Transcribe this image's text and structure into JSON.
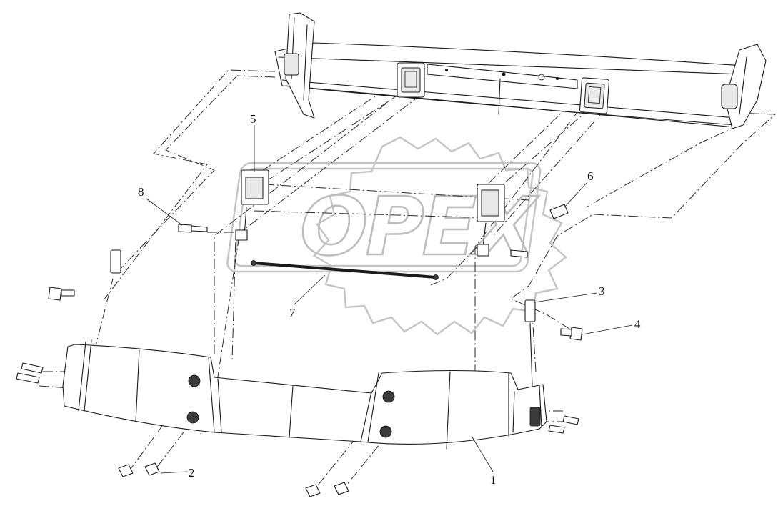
{
  "watermark": {
    "brand": "OPEX"
  },
  "callouts": [
    {
      "id": "1",
      "label": "1"
    },
    {
      "id": "2",
      "label": "2"
    },
    {
      "id": "3",
      "label": "3"
    },
    {
      "id": "4",
      "label": "4"
    },
    {
      "id": "5",
      "label": "5"
    },
    {
      "id": "6",
      "label": "6"
    },
    {
      "id": "7",
      "label": "7"
    },
    {
      "id": "8",
      "label": "8"
    }
  ]
}
